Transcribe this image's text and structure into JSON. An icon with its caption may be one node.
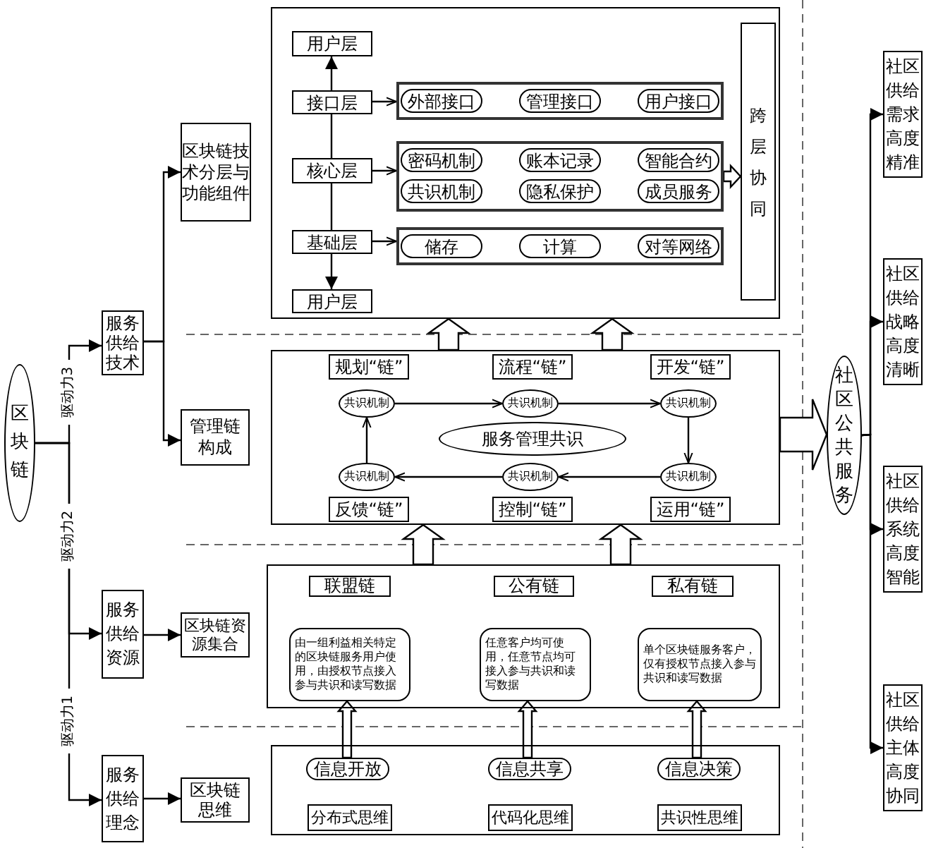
{
  "diagram": {
    "nodes": [
      {
        "text": [
          "区块链"
        ]
      },
      {
        "text": [
          "服务供给技术"
        ]
      },
      {
        "text": [
          "区块链技术分层与功能组件"
        ]
      },
      {
        "text": [
          "管理链构成"
        ]
      },
      {
        "text": [
          "服务供给资源"
        ]
      },
      {
        "text": [
          "区块链资源集合"
        ]
      },
      {
        "text": [
          "服务供给理念"
        ]
      },
      {
        "text": [
          "区块链思维"
        ]
      },
      {
        "text": [],
        "shape": "box"
      },
      {
        "text": [
          "用户层"
        ],
        "in": 8
      },
      {
        "text": [
          "接口层"
        ],
        "in": 8
      },
      {
        "text": [],
        "shape": "box",
        "in": 8
      },
      {
        "text": [
          "外部接口"
        ],
        "in": 11
      },
      {
        "text": [
          "管理接口"
        ],
        "in": 11
      },
      {
        "text": [
          "用户接口"
        ],
        "in": 11
      },
      {
        "text": [
          "核心层"
        ],
        "in": 8
      },
      {
        "text": [],
        "shape": "box",
        "in": 8
      },
      {
        "text": [
          "密码机制"
        ],
        "in": 16
      },
      {
        "text": [
          "账本记录"
        ],
        "in": 16
      },
      {
        "text": [
          "智能合约"
        ],
        "in": 16
      },
      {
        "text": [
          "共识机制"
        ],
        "in": 16
      },
      {
        "text": [
          "隐私保护"
        ],
        "in": 16
      },
      {
        "text": [
          "成员服务"
        ],
        "in": 16
      },
      {
        "text": [
          "基础层"
        ],
        "in": 8
      },
      {
        "text": [],
        "shape": "box",
        "in": 8
      },
      {
        "text": [
          "储存"
        ],
        "in": 24
      },
      {
        "text": [
          "计算"
        ],
        "in": 24
      },
      {
        "text": [
          "对等网络"
        ],
        "in": 24
      },
      {
        "text": [
          "用户层"
        ],
        "in": 8
      },
      {
        "text": [
          "跨层协同"
        ],
        "in": 8
      },
      {
        "text": [],
        "shape": "box"
      },
      {
        "text": [
          "规划“链”"
        ],
        "in": 30
      },
      {
        "text": [
          "流程“链”"
        ],
        "in": 30
      },
      {
        "text": [
          "开发“链”"
        ],
        "in": 30
      },
      {
        "text": [
          "共识机制"
        ],
        "in": 30
      },
      {
        "text": [
          "共识机制"
        ],
        "in": 30
      },
      {
        "text": [
          "共识机制"
        ],
        "in": 30
      },
      {
        "text": [
          "服务管理共识"
        ],
        "in": 30
      },
      {
        "text": [
          "共识机制"
        ],
        "in": 30
      },
      {
        "text": [
          "共识机制"
        ],
        "in": 30
      },
      {
        "text": [
          "共识机制"
        ],
        "in": 30
      },
      {
        "text": [
          "反馈“链”"
        ],
        "in": 30
      },
      {
        "text": [
          "控制“链”"
        ],
        "in": 30
      },
      {
        "text": [
          "运用“链”"
        ],
        "in": 30
      },
      {
        "text": [],
        "shape": "box"
      },
      {
        "text": [
          "联盟链"
        ],
        "in": 44
      },
      {
        "text": [
          "公有链"
        ],
        "in": 44
      },
      {
        "text": [
          "私有链"
        ],
        "in": 44
      },
      {
        "text": [
          "由一组利益相关特定的区块链服务用户使用，由授权节点接入参与共识和读写数据"
        ],
        "in": 44
      },
      {
        "text": [
          "任意客户均可使用，任意节点均可接入参与共识和读写数据"
        ],
        "in": 44
      },
      {
        "text": [
          "单个区块链服务客户，仅有授权节点接入参与共识和读写数据"
        ],
        "in": 44
      },
      {
        "text": [],
        "shape": "box"
      },
      {
        "text": [
          "信息开放"
        ],
        "in": 51
      },
      {
        "text": [
          "信息共享"
        ],
        "in": 51
      },
      {
        "text": [
          "信息决策"
        ],
        "in": 51
      },
      {
        "text": [
          "分布式思维"
        ],
        "in": 51
      },
      {
        "text": [
          "代码化思维"
        ],
        "in": 51
      },
      {
        "text": [
          "共识性思维"
        ],
        "in": 51
      },
      {
        "text": [
          "社区公共服务"
        ]
      },
      {
        "text": [
          "社区供给需求高度精准"
        ]
      },
      {
        "text": [
          "社区供给战略高度清晰"
        ]
      },
      {
        "text": [
          "社区供给系统高度智能"
        ]
      },
      {
        "text": [
          "社区供给主体高度协同"
        ]
      }
    ],
    "edges": [
      {
        "from": 0,
        "to": 1,
        "arrow": "to",
        "label": "驱动力3"
      },
      {
        "from": 0,
        "to": 4,
        "arrow": "to",
        "label": "驱动力2"
      },
      {
        "from": 0,
        "to": 6,
        "arrow": "to",
        "label": "驱动力1"
      },
      {
        "from": 1,
        "to": 2,
        "arrow": "to"
      },
      {
        "from": 1,
        "to": 3,
        "arrow": "to"
      },
      {
        "from": 4,
        "to": 5,
        "arrow": "to"
      },
      {
        "from": 6,
        "to": 7,
        "arrow": "to"
      },
      {
        "from": 10,
        "to": 9,
        "arrow": "to"
      },
      {
        "from": 10,
        "to": 15,
        "arrow": "none"
      },
      {
        "from": 15,
        "to": 23,
        "arrow": "none"
      },
      {
        "from": 23,
        "to": 28,
        "arrow": "to"
      },
      {
        "from": 10,
        "to": 11,
        "arrow": "to"
      },
      {
        "from": 15,
        "to": 16,
        "arrow": "to"
      },
      {
        "from": 23,
        "to": 24,
        "arrow": "to"
      },
      {
        "from": 16,
        "to": 29,
        "arrow": "to",
        "style": "thick"
      },
      {
        "from": 34,
        "to": 35,
        "arrow": "to"
      },
      {
        "from": 35,
        "to": 36,
        "arrow": "to"
      },
      {
        "from": 36,
        "to": 40,
        "arrow": "to"
      },
      {
        "from": 40,
        "to": 39,
        "arrow": "to"
      },
      {
        "from": 39,
        "to": 38,
        "arrow": "to"
      },
      {
        "from": 38,
        "to": 34,
        "arrow": "to"
      },
      {
        "from": 30,
        "to": 8,
        "arrow": "to",
        "style": "thick"
      },
      {
        "from": 30,
        "to": 8,
        "arrow": "to",
        "style": "thick"
      },
      {
        "from": 44,
        "to": 30,
        "arrow": "to",
        "style": "thick"
      },
      {
        "from": 44,
        "to": 30,
        "arrow": "to",
        "style": "thick"
      },
      {
        "from": 52,
        "to": 48,
        "arrow": "to",
        "style": "thick"
      },
      {
        "from": 53,
        "to": 49,
        "arrow": "to",
        "style": "thick"
      },
      {
        "from": 54,
        "to": 50,
        "arrow": "to",
        "style": "thick"
      },
      {
        "from": 30,
        "to": 58,
        "arrow": "to",
        "style": "thick"
      },
      {
        "from": 58,
        "to": 59,
        "arrow": "to"
      },
      {
        "from": 58,
        "to": 60,
        "arrow": "to"
      },
      {
        "from": 58,
        "to": 61,
        "arrow": "to"
      },
      {
        "from": 58,
        "to": 62,
        "arrow": "to"
      }
    ]
  }
}
